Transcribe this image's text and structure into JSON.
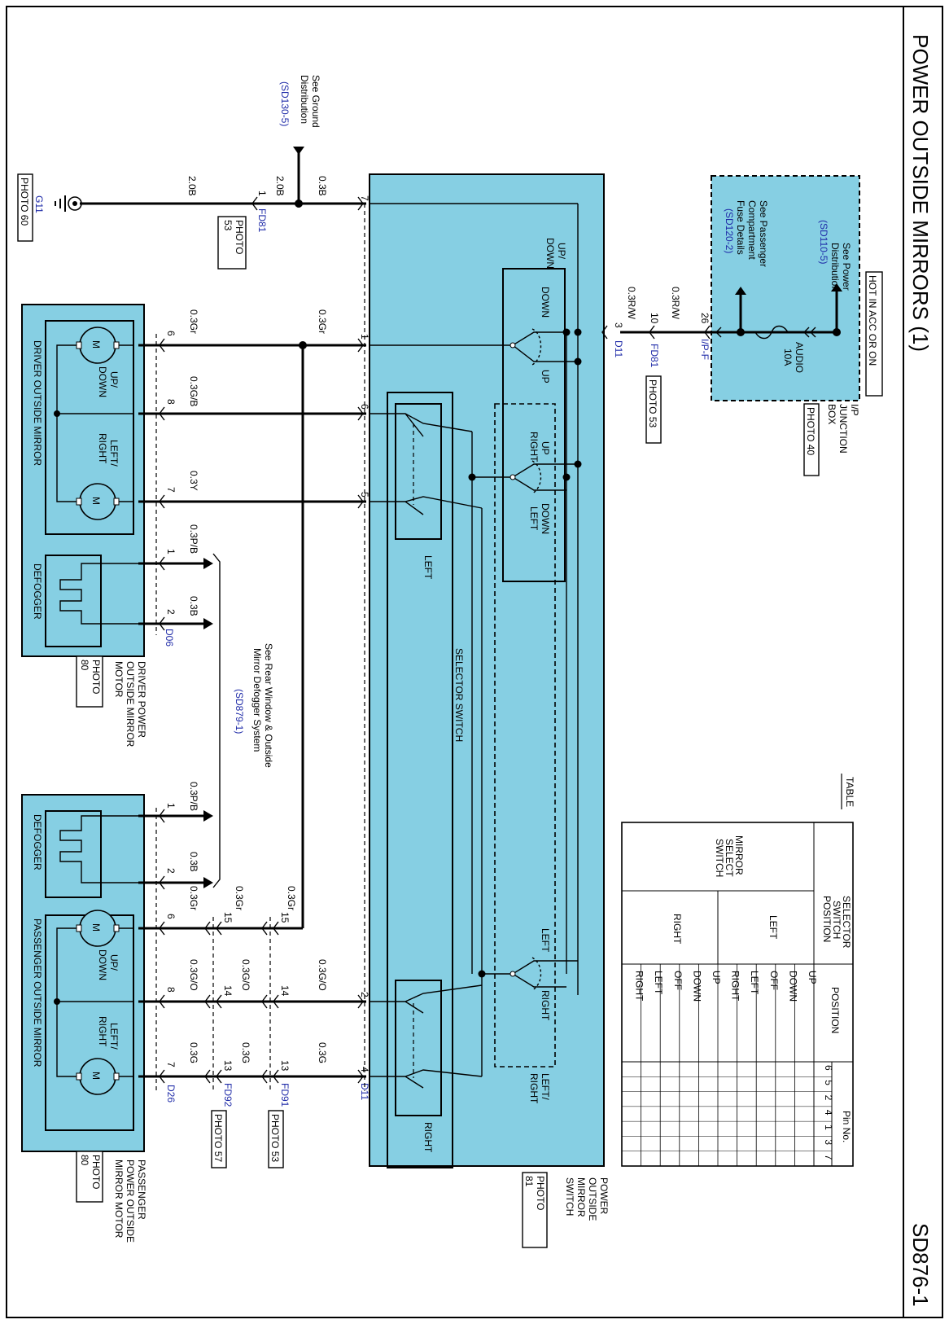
{
  "header": {
    "title": "POWER OUTSIDE MIRRORS (1)",
    "page_code": "SD876-1"
  },
  "ground": {
    "ref_text": [
      "See Ground",
      "Distribution"
    ],
    "ref_code": "(SD130-5)",
    "splice_wire": "0.3B",
    "wire_fd81": "2.0B",
    "wire_g11": "2.0B",
    "connector": "FD81",
    "pin": "1",
    "photo": [
      "PHOTO",
      "53"
    ],
    "ground_name": "G11",
    "ground_photo": "PHOTO 60"
  },
  "junction_box": {
    "status": "HOT IN ACC OR ON",
    "label": [
      "I/P",
      "JUNCTION",
      "BOX"
    ],
    "photo": "PHOTO 40",
    "power_ref": [
      "See Power",
      "Distribution"
    ],
    "power_code": "(SD110-5)",
    "fuse_ref": [
      "See Passenger",
      "Compartment",
      "Fuse Details"
    ],
    "fuse_code": "(SD120-2)",
    "fuse": [
      "AUDIO",
      "10A"
    ],
    "connector": "I/P-F",
    "pin": "26"
  },
  "feed": {
    "wire1": "0.3R/W",
    "wire2": "0.3R/W",
    "pin_fd81": "10",
    "connector_fd81": "FD81",
    "photo_fd81": "PHOTO 53",
    "pin_d11": "3",
    "connector_d11": "D11"
  },
  "switch": {
    "name": [
      "POWER",
      "OUTSIDE",
      "MIRROR",
      "SWITCH"
    ],
    "photo": [
      "PHOTO",
      "81"
    ],
    "up_down": [
      "UP/",
      "DOWN"
    ],
    "down": "DOWN",
    "up": "UP",
    "up_right": [
      "UP",
      "RIGHT"
    ],
    "down_left": [
      "DOWN",
      "LEFT"
    ],
    "left_right": [
      "LEFT/",
      "RIGHT"
    ],
    "left": "LEFT",
    "right": "RIGHT",
    "selector": "SELECTOR SWITCH",
    "sel_left": "LEFT",
    "sel_right": "RIGHT",
    "pins": {
      "p7": "7",
      "p1": "1",
      "p6": "6",
      "p5": "5",
      "p2": "2",
      "p4": "4"
    },
    "connector_bottom": "D11"
  },
  "driver": {
    "name": "DRIVER OUTSIDE MIRROR",
    "motor_caption": [
      "DRIVER POWER",
      "OUTSIDE MIRROR",
      "MOTOR"
    ],
    "photo": [
      "PHOTO",
      "80"
    ],
    "up_down": [
      "UP/",
      "DOWN"
    ],
    "left_right": [
      "LEFT/",
      "RIGHT"
    ],
    "motor": "M",
    "defogger": "DEFOGGER",
    "connector": "D06",
    "wires": {
      "w1": "0.3Gr",
      "w6": "0.3Gr",
      "w8": "0.3G/B",
      "w7": "0.3Y",
      "d1": "0.3P/B",
      "d2": "0.3B"
    },
    "pins": {
      "p6": "6",
      "p8": "8",
      "p7": "7",
      "d1": "1",
      "d2": "2"
    }
  },
  "rear_ref": {
    "text": [
      "See Rear Window & Outside",
      "Mirror Defogger System"
    ],
    "code": "(SD879-1)"
  },
  "passenger": {
    "name": "PASSENGER OUTSIDE MIRROR",
    "motor_caption": [
      "PASSENGER",
      "POWER OUTSIDE",
      "MIRROR MOTOR"
    ],
    "photo": [
      "PHOTO",
      "80"
    ],
    "up_down": [
      "UP/",
      "DOWN"
    ],
    "left_right": [
      "LEFT/",
      "RIGHT"
    ],
    "motor": "M",
    "defogger": "DEFOGGER",
    "connector": "D26",
    "fd92": "FD92",
    "fd92_photo": "PHOTO 57",
    "fd91": "FD91",
    "fd91_photo": "PHOTO 53",
    "wires": {
      "a_switch": "0.3G/O",
      "a_fd91": "0.3G/O",
      "a_fd92": "0.3G/O",
      "b_switch": "0.3G",
      "b_fd91": "0.3G",
      "b_fd92": "0.3G",
      "c_fd91": "0.3Gr",
      "c_fd92": "0.3Gr",
      "c_mir": "0.3Gr",
      "d1": "0.3P/B",
      "d2": "0.3B"
    },
    "pins": {
      "m6": "6",
      "m8": "8",
      "m7": "7",
      "x15a": "15",
      "x15b": "15",
      "x14a": "14",
      "x14b": "14",
      "x13a": "13",
      "x13b": "13",
      "d1": "1",
      "d2": "2"
    }
  },
  "table": {
    "caption": "TABLE",
    "h_selector": [
      "SELECTOR",
      "SWITCH",
      "POSITION"
    ],
    "h_position": "POSITION",
    "h_pin": "Pin No.",
    "pins": [
      "6",
      "5",
      "2",
      "4",
      "1",
      "3",
      "7"
    ],
    "group_label": [
      "MIRROR",
      "SELECT",
      "SWITCH"
    ],
    "groups": [
      "LEFT",
      "RIGHT"
    ],
    "positions": [
      "UP",
      "DOWN",
      "OFF",
      "LEFT",
      "RIGHT",
      "UP",
      "DOWN",
      "OFF",
      "LEFT",
      "RIGHT"
    ]
  }
}
